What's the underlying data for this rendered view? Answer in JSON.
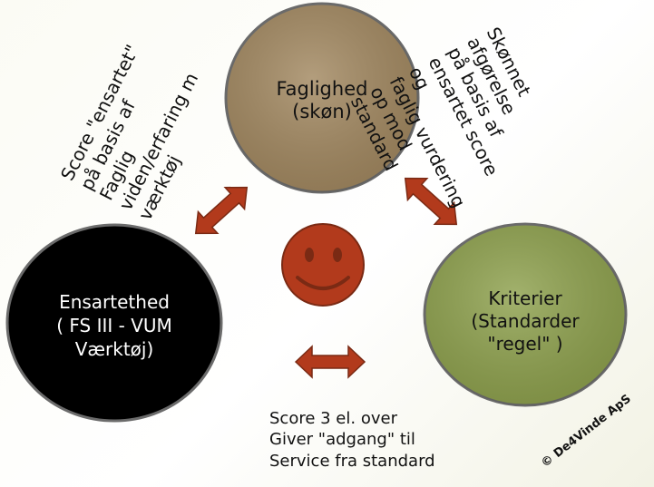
{
  "circles": {
    "faglighed": {
      "text": "Faglighed\n(skøn)",
      "color": "#a28860"
    },
    "ensartethed": {
      "text": "Ensartethed\n( FS III - VUM\nVærktøj)",
      "color": "#000000"
    },
    "kriterier": {
      "text": "Kriterier\n(Standarder\n\"regel\" )",
      "color": "#8ea14d"
    }
  },
  "annotations": {
    "left": "Score \"ensartet\"\npå basis af\nFaglig\nviden/erfaring m\nværktøj",
    "right": "Skønnet afgørelse\npå basis af\nensartet score og\nfaglig vurdering\nop mod standard",
    "bottom": "Score  3 el. over\nGiver \"adgang\" til\nService fra standard"
  },
  "copyright": "© De4Vinde ApS",
  "colors": {
    "arrow": "#b23a1c",
    "smiley": "#b23a1c",
    "outline": "#666666"
  },
  "icons": [
    "smiley-face-icon",
    "double-arrow-icon"
  ]
}
